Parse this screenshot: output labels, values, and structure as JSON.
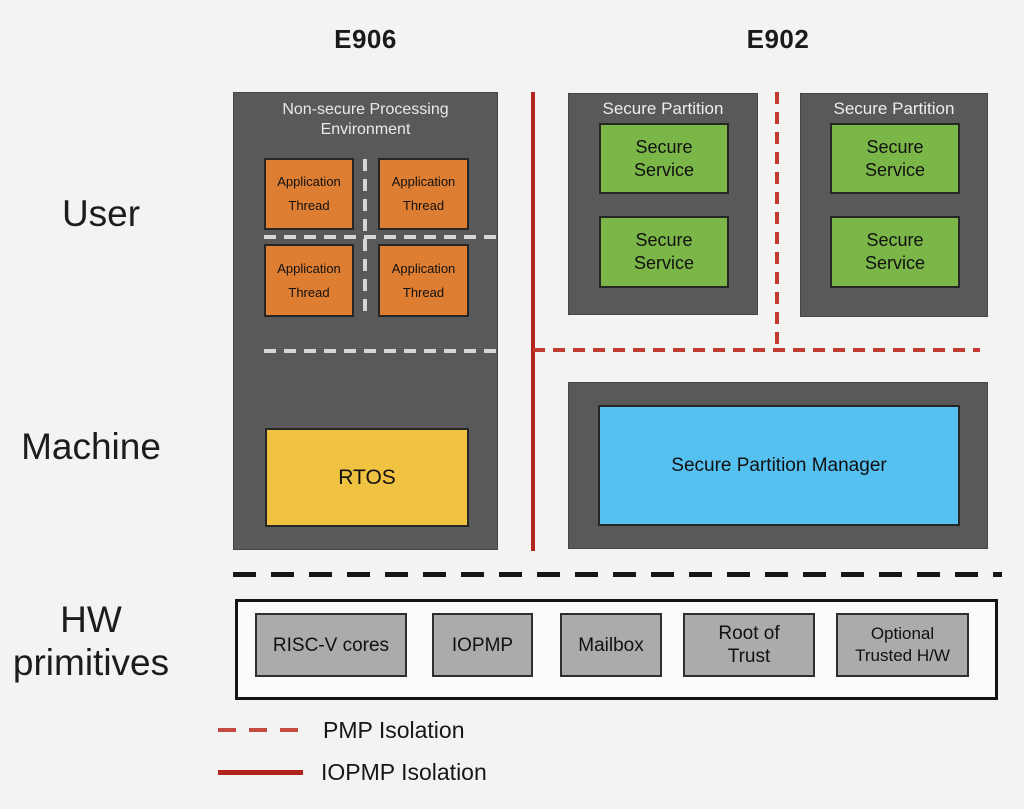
{
  "titles": {
    "e906": "E906",
    "e902": "E902"
  },
  "row_labels": {
    "user": "User",
    "machine": "Machine",
    "hw_line1": "HW",
    "hw_line2": "primitives"
  },
  "e906": {
    "env_line1": "Non-secure Processing",
    "env_line2": "Environment",
    "threads": [
      {
        "line1": "Application",
        "line2": "Thread"
      },
      {
        "line1": "Application",
        "line2": "Thread"
      },
      {
        "line1": "Application",
        "line2": "Thread"
      },
      {
        "line1": "Application",
        "line2": "Thread"
      }
    ],
    "rtos": "RTOS"
  },
  "e902": {
    "partitions": [
      {
        "title": "Secure Partition",
        "services": [
          {
            "line1": "Secure",
            "line2": "Service"
          },
          {
            "line1": "Secure",
            "line2": "Service"
          }
        ]
      },
      {
        "title": "Secure Partition",
        "services": [
          {
            "line1": "Secure",
            "line2": "Service"
          },
          {
            "line1": "Secure",
            "line2": "Service"
          }
        ]
      }
    ],
    "spm": "Secure Partition Manager"
  },
  "hw": {
    "chips": [
      {
        "line1": "RISC-V cores"
      },
      {
        "line1": "IOPMP"
      },
      {
        "line1": "Mailbox"
      },
      {
        "line1": "Root of",
        "line2": "Trust"
      },
      {
        "line1": "Optional",
        "line2": "Trusted H/W"
      }
    ]
  },
  "legend": {
    "items": [
      {
        "style": "dashed",
        "label": "PMP Isolation"
      },
      {
        "style": "solid",
        "label": "IOPMP Isolation"
      }
    ]
  },
  "colors": {
    "background": "#f3f3f2",
    "dark_panel": "#595959",
    "thread_orange": "#dd7e33",
    "service_green": "#7ab648",
    "rtos_yellow": "#efc241",
    "spm_blue": "#55c1f0",
    "chip_gray": "#ababab",
    "pmp_isolation_red_dashed": "#c23b33",
    "iopmp_isolation_red_solid": "#b0241b",
    "white_divider": "#d6d6d6",
    "hw_divider_black": "#161616"
  }
}
